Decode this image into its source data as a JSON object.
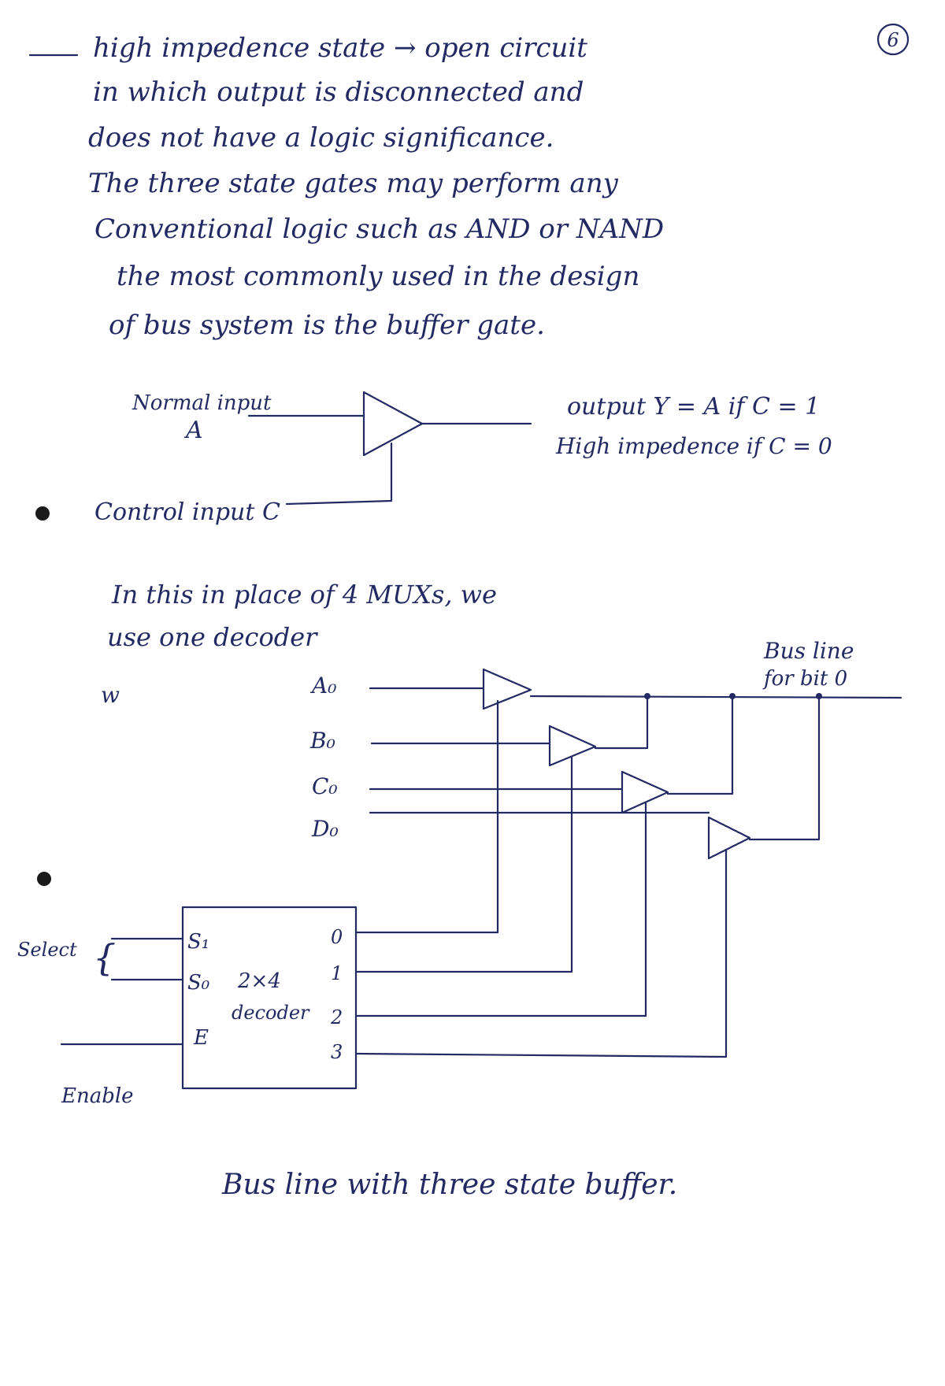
{
  "page_number": "6",
  "paragraph": [
    "high impedence state → open circuit",
    "in which output is disconnected and",
    "does not have a logic significance.",
    "The three state gates may perform any",
    "Conventional logic such as AND or NAND",
    "the most commonly used in the design",
    "of bus system is the buffer gate."
  ],
  "buffer_figure": {
    "input_label": "Normal input",
    "input_var": "A",
    "output_line_1": "output Y = A if C = 1",
    "output_line_2": "High impedence if C = 0",
    "control_label": "Control input C"
  },
  "note": [
    "In this in place of 4 MUXs, we",
    "use one decoder"
  ],
  "bus_figure": {
    "side_mark": "w",
    "bus_line_label_1": "Bus line",
    "bus_line_label_2": "for bit 0",
    "inputs": [
      "A₀",
      "B₀",
      "C₀",
      "D₀"
    ],
    "select_label": "Select",
    "enable_label": "Enable",
    "decoder_inputs": [
      "S₁",
      "S₀",
      "E"
    ],
    "decoder_name_1": "2×4",
    "decoder_name_2": "decoder",
    "decoder_outputs": [
      "0",
      "1",
      "2",
      "3"
    ]
  },
  "caption": "Bus line with three state buffer.",
  "ink_color": "#232a63"
}
